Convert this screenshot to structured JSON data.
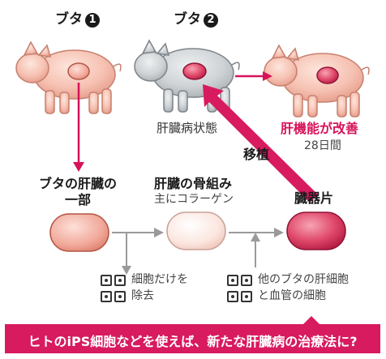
{
  "pig1": {
    "label": "ブタ",
    "badge": "1"
  },
  "pig2": {
    "label": "ブタ",
    "badge": "2",
    "state": "肝臓病状態"
  },
  "pig3": {
    "result": "肝機能が改善",
    "period": "28日間"
  },
  "transplant_label": "移植",
  "step1": {
    "line1": "ブタの肝臓の",
    "line2": "一部"
  },
  "step2": {
    "line1": "肝臓の骨組み",
    "line2": "主にコラーゲン"
  },
  "step3": {
    "label": "臓器片"
  },
  "note_remove": {
    "line1": "細胞だけを",
    "line2": "除去"
  },
  "note_add": {
    "line1": "他のブタの肝細胞",
    "line2": "と血管の細胞"
  },
  "banner": "ヒトのiPS細胞などを使えば、新たな肝臓病の治療法に?",
  "colors": {
    "accent": "#d81a5f",
    "pig_pink": "#f4b3a3",
    "pig_gray": "#c9cdd0"
  }
}
